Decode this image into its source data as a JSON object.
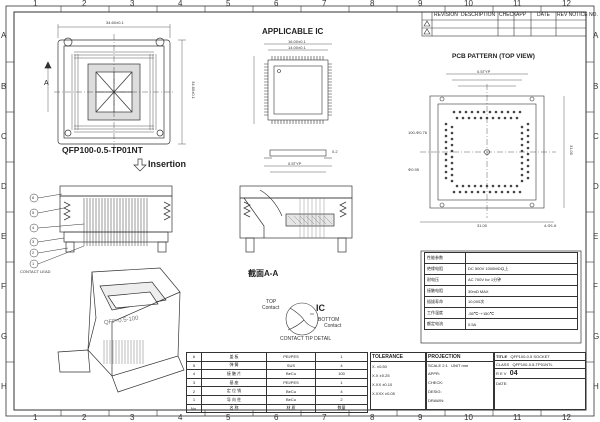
{
  "frame": {
    "columns": [
      "1",
      "2",
      "3",
      "4",
      "5",
      "6",
      "7",
      "8",
      "9",
      "10",
      "11",
      "12"
    ],
    "rows": [
      "A",
      "B",
      "C",
      "D",
      "E",
      "F",
      "G",
      "H"
    ]
  },
  "revision_header": {
    "revision": "REVISION",
    "description": "DESCRIPTION",
    "checked": "CHECK",
    "approved": "APP",
    "date": "DATE",
    "rev_notice": "REV NOTICE NO."
  },
  "views": {
    "top_view_label": "QFP100-0.5-TP01NT",
    "section_marker": "A",
    "insertion_label": "Insertion",
    "applicable_ic_title": "APPLICABLE IC",
    "pcb_pattern_title": "PCB PATTERN  (TOP VIEW)",
    "section_view_label": "截面A-A",
    "iso_view_label": "QFP-0.5-100",
    "contact_lead_label": "CONTACT LEAD",
    "contact_tip_label": "CONTACT TIP DETAIL",
    "top_contact_label": "TOP",
    "top_contact_sub": "Contact",
    "ic_label": "IC",
    "bottom_contact_label": "BOTTOM",
    "bottom_contact_sub": "Contact"
  },
  "dimensions": {
    "overall_width": "34.60±0.1",
    "overall_height": "34.60±0.1",
    "ic_a": "16.00±0.1",
    "ic_b": "14.00±0.1",
    "ic_c": "0.5TYP",
    "ic_d": "0.2",
    "pcb_hole": "Φ0.95",
    "pcb_pin": "4-Φ1.6",
    "pcb_pitch": "0.5TYP",
    "pcb_width": "31.00",
    "pcb_height": "31.00",
    "pcb_side": "100-Φ0.76"
  },
  "callouts": [
    "6",
    "5",
    "4",
    "3",
    "2",
    "1"
  ],
  "spec_table": [
    [
      "性能参数",
      ""
    ],
    [
      "绝缘电阻",
      "DC 500V  1000MΩ以上"
    ],
    [
      "耐电压",
      "AC 700V  for 1分钟"
    ],
    [
      "接触电阻",
      "30mΩ MAX"
    ],
    [
      "插拔寿命",
      "10,000次"
    ],
    [
      "工作温度",
      "-55℃~+150℃"
    ],
    [
      "额定电流",
      "0.5A"
    ]
  ],
  "bom": [
    [
      "6",
      "盖 板",
      "PEI/PES",
      "1"
    ],
    [
      "5",
      "弹 簧",
      "SUS",
      "4"
    ],
    [
      "4",
      "接 触 片",
      "BeCu",
      "100"
    ],
    [
      "3",
      "基 座",
      "PEI/PES",
      "1"
    ],
    [
      "2",
      "定 位 销",
      "BeCu",
      "4"
    ],
    [
      "1",
      "导 向 柱",
      "BeCu",
      "2"
    ],
    [
      "No.",
      "名 称",
      "材 质",
      "数量"
    ]
  ],
  "title_block": {
    "tolerance": "TOLERANCE",
    "projection": "PROJECTION",
    "title_label": "TITLE",
    "title_value": "QFP100-0.5 SOCKET",
    "part_value": "QFP100-0.5-TP01NTL",
    "class_label": "CLASS",
    "rev_label": "R E V",
    "rev_value": "04",
    "scale_label": "SCALE",
    "scale_value": "2:1",
    "unit_label": "UNIT",
    "unit_value": "mm",
    "tol_rows": [
      "X.   ±0.50",
      "X.X  ±0.25",
      "X.XX  ±0.10",
      "X.XXX ±0.05"
    ],
    "drawn": "DRAWN:",
    "appr": "APPR:",
    "check": "CHECK:",
    "design": "DESIG:",
    "date": "DATE:"
  }
}
